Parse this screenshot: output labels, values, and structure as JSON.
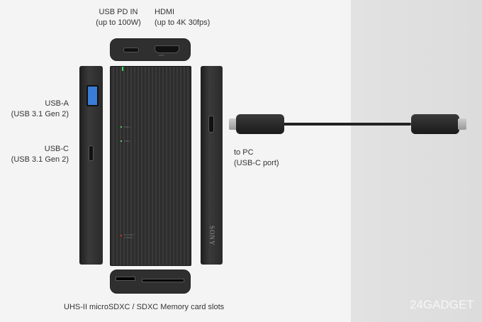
{
  "labels": {
    "usb_pd_in": {
      "title": "USB PD IN",
      "detail": "(up to 100W)"
    },
    "hdmi": {
      "title": "HDMI",
      "detail": "(up to 4K 30fps)"
    },
    "usb_a": {
      "title": "USB-A",
      "detail": "(USB 3.1 Gen 2)"
    },
    "usb_c": {
      "title": "USB-C",
      "detail": "(USB 3.1 Gen 2)"
    },
    "to_pc": {
      "title": "to PC",
      "detail": "(USB-C port)"
    },
    "card_slots": "UHS-II microSDXC / SDXC Memory card slots"
  },
  "device": {
    "brand": "SONY",
    "indicators": [
      "USB-A",
      "USB-C",
      "SD CARD ACCESS"
    ],
    "port_markings": [
      "HDMI"
    ]
  },
  "watermark": "24GADGET",
  "colors": {
    "usb_a_port": "#3a7bd5",
    "led_green": "#3fd85a",
    "led_red": "#e03030",
    "device": "#2f2f2f"
  }
}
